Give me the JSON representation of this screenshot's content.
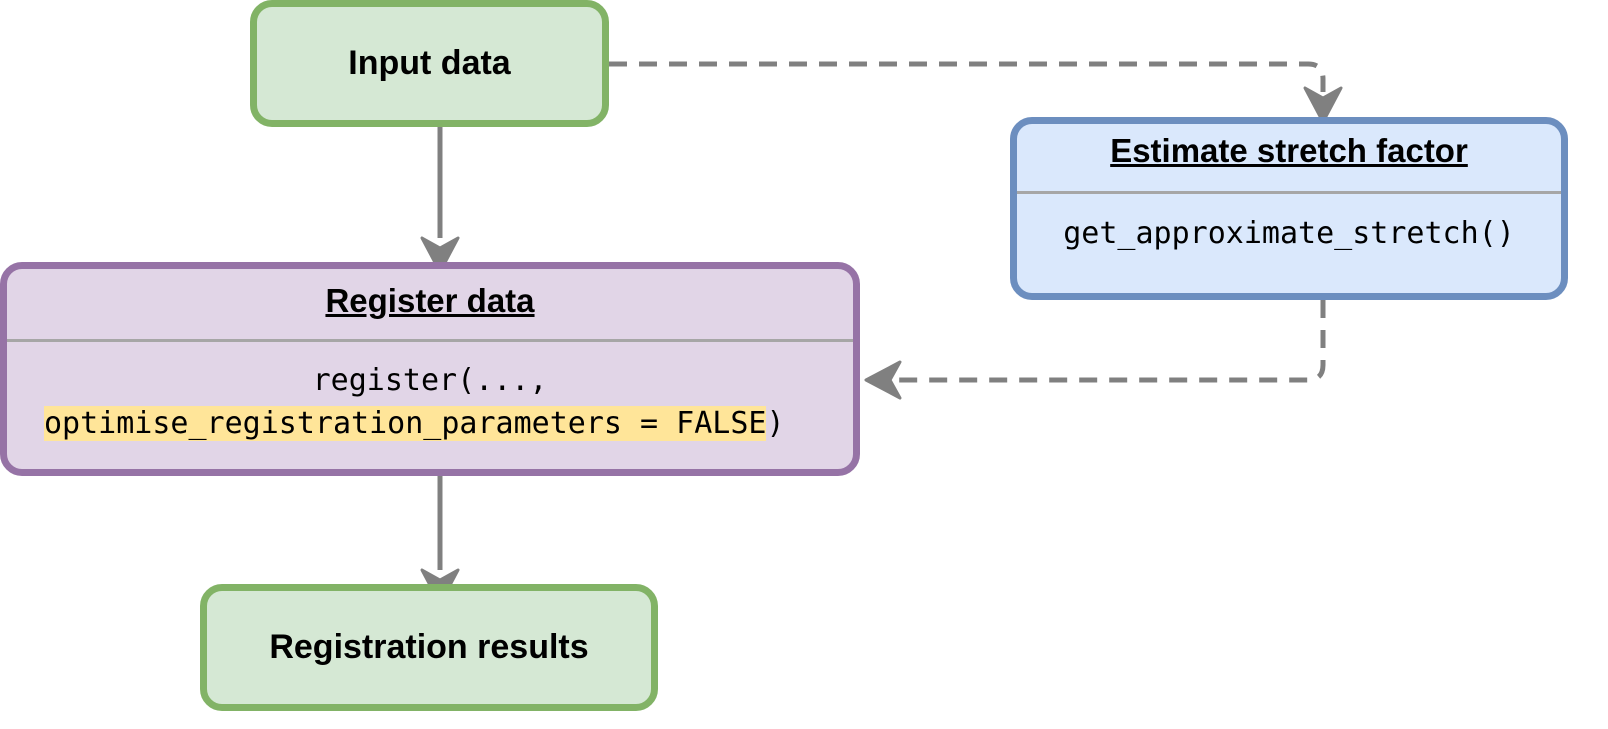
{
  "diagram": {
    "nodes": {
      "input": {
        "label": "Input data"
      },
      "estimate": {
        "title": "Estimate stretch factor",
        "code": "get_approximate_stretch()"
      },
      "register": {
        "title": "Register data",
        "code_line_1": "register(...,",
        "code_line_2_highlighted": "optimise_registration_parameters = FALSE",
        "code_line_2_tail": ")"
      },
      "results": {
        "label": "Registration results"
      }
    },
    "colors": {
      "green_fill": "#d5e8d4",
      "green_stroke": "#82b366",
      "purple_fill": "#e1d5e7",
      "purple_stroke": "#9673a6",
      "blue_fill": "#dae8fc",
      "blue_stroke": "#6c8ebf",
      "edge": "#808080",
      "highlight": "#ffe599"
    },
    "edges": [
      {
        "from": "input",
        "to": "register",
        "style": "solid"
      },
      {
        "from": "register",
        "to": "results",
        "style": "solid"
      },
      {
        "from": "input",
        "to": "estimate",
        "style": "dashed"
      },
      {
        "from": "estimate",
        "to": "register",
        "style": "dashed"
      }
    ]
  }
}
